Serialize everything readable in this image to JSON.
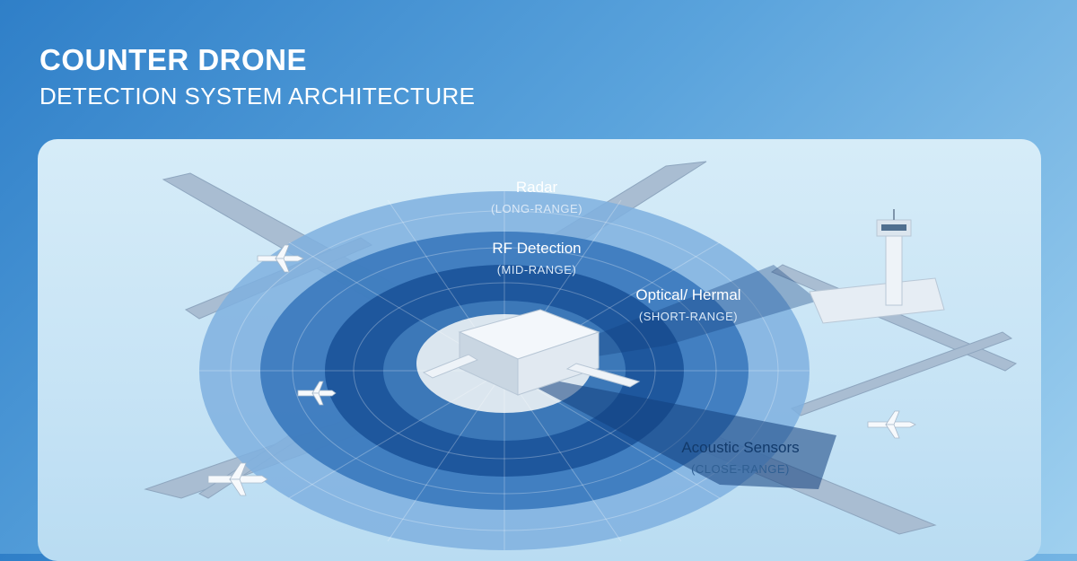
{
  "title": {
    "main": "COUNTER DRONE",
    "sub": "DETECTION SYSTEM ARCHITECTURE"
  },
  "zones": [
    {
      "name": "Radar",
      "range": "(LONG-RANGE)"
    },
    {
      "name": "RF Detection",
      "range": "(MID-RANGE)"
    },
    {
      "name": "Optical/ Hermal",
      "range": "(SHORT-RANGE)"
    },
    {
      "name": "Acoustic Sensors",
      "range": "(CLOSE-RANGE)"
    }
  ],
  "colors": {
    "radar_ring": "#7fb0df",
    "rf_ring": "#2f6fb6",
    "optical_ring": "#174f96",
    "inner_core": "#dbe6ef",
    "runway": "#9fb3c9"
  }
}
